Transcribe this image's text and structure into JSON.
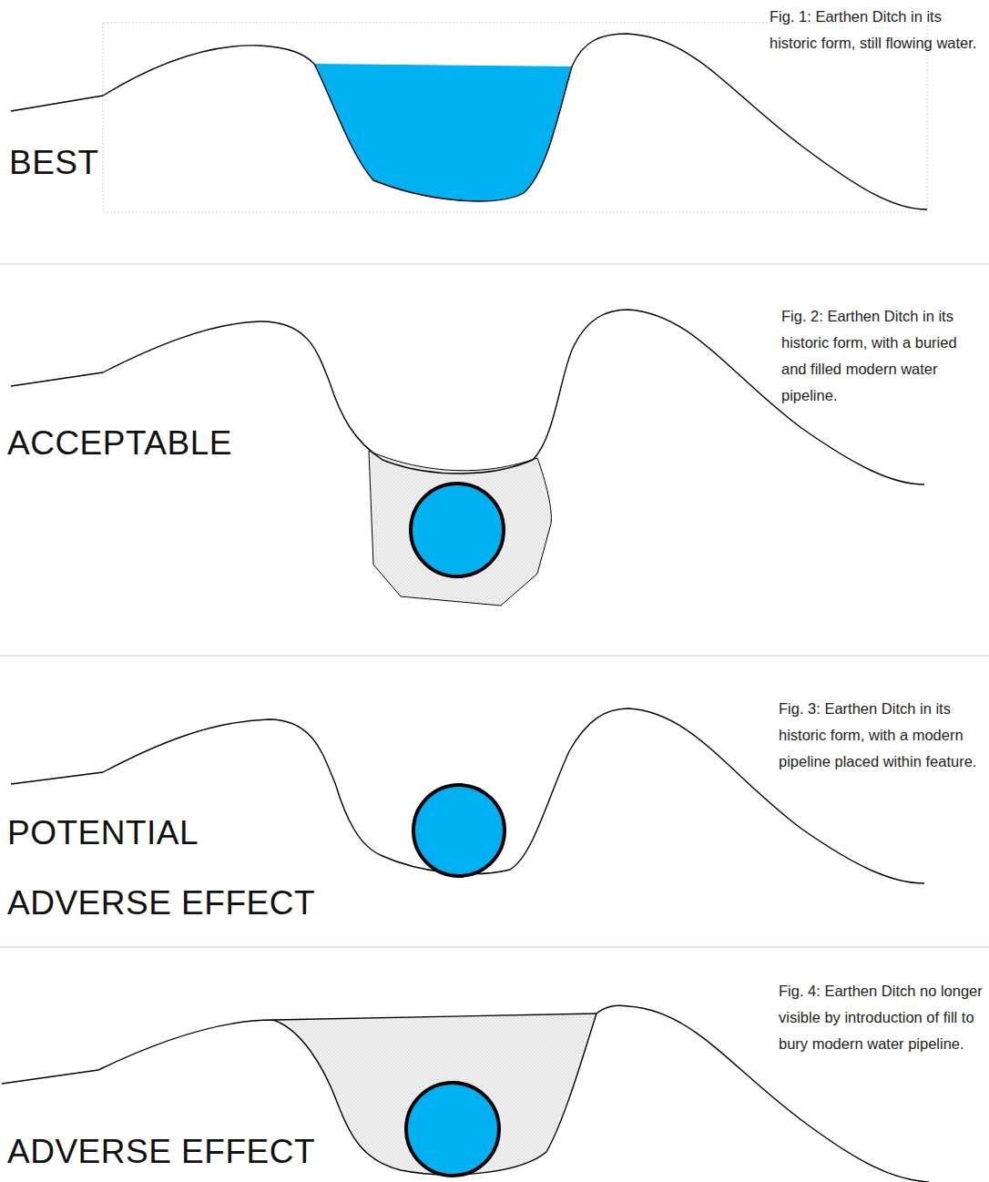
{
  "diagram": {
    "labels": [
      "BEST",
      "Fig. 1: Earthen Ditch in its historic form, still flowing water.",
      "ACCEPTABLE",
      "Fig. 2: Earthen Ditch in its historic form, with a buried and filled modern water pipeline.",
      "POTENTIAL ADVERSE EFFECT",
      "Fig. 3: Earthen Ditch in its historic form, with a modern pipeline placed within feature.",
      "ADVERSE EFFECT",
      "Fig. 4: Earthen Ditch no longer visible by introduction of fill to bury modern water pipeline."
    ]
  }
}
